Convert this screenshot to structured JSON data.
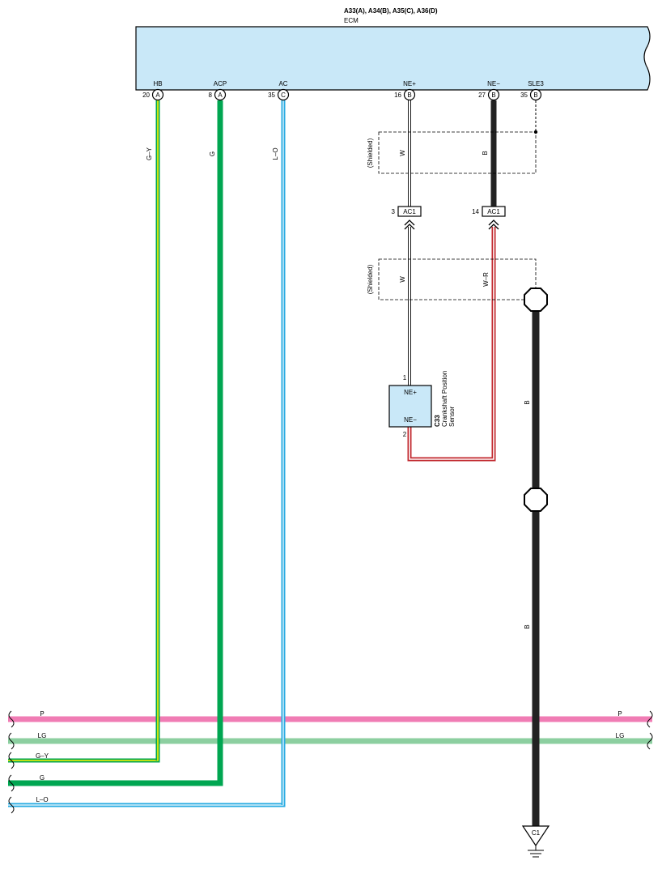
{
  "colors": {
    "ecm_fill": "#c9e8f8",
    "sensor_fill": "#c9e8f8",
    "green": "#00a651",
    "yellow": "#fff200",
    "blue": "#29abe2",
    "pink": "#f07cb4",
    "light_green": "#8ccfa0",
    "red": "#c1272d",
    "black": "#222222"
  },
  "ecm": {
    "connectors": "A33(A), A34(B), A35(C), A36(D)",
    "label": "ECM",
    "terminals": [
      {
        "name": "HB",
        "pin": "20",
        "conn": "A"
      },
      {
        "name": "ACP",
        "pin": "8",
        "conn": "A"
      },
      {
        "name": "AC",
        "pin": "35",
        "conn": "C"
      },
      {
        "name": "NE+",
        "pin": "16",
        "conn": "B"
      },
      {
        "name": "NE−",
        "pin": "27",
        "conn": "B"
      },
      {
        "name": "SLE3",
        "pin": "35",
        "conn": "B"
      }
    ]
  },
  "wires": {
    "hb": "G–Y",
    "acp": "G",
    "ac": "L–O",
    "ne_plus_upper": "W",
    "ne_minus_upper": "B",
    "ne_plus_lower": "W",
    "ne_minus_lower": "W–R",
    "ground_upper": "B",
    "ground_lower": "B"
  },
  "shield": {
    "upper": "(Shielded)",
    "lower": "(Shielded)"
  },
  "junctions": [
    {
      "pin": "3",
      "label": "AC1"
    },
    {
      "pin": "14",
      "label": "AC1"
    }
  ],
  "sensor": {
    "id": "C33",
    "name_line1": "Crankshaft Position",
    "name_line2": "Sensor",
    "pin1": "1",
    "pin2": "2",
    "term1": "NE+",
    "term2": "NE−"
  },
  "bus": {
    "left": [
      "P",
      "LG",
      "G–Y",
      "G",
      "L–O"
    ],
    "right": [
      "P",
      "LG"
    ]
  },
  "ground": {
    "label": "C1"
  }
}
